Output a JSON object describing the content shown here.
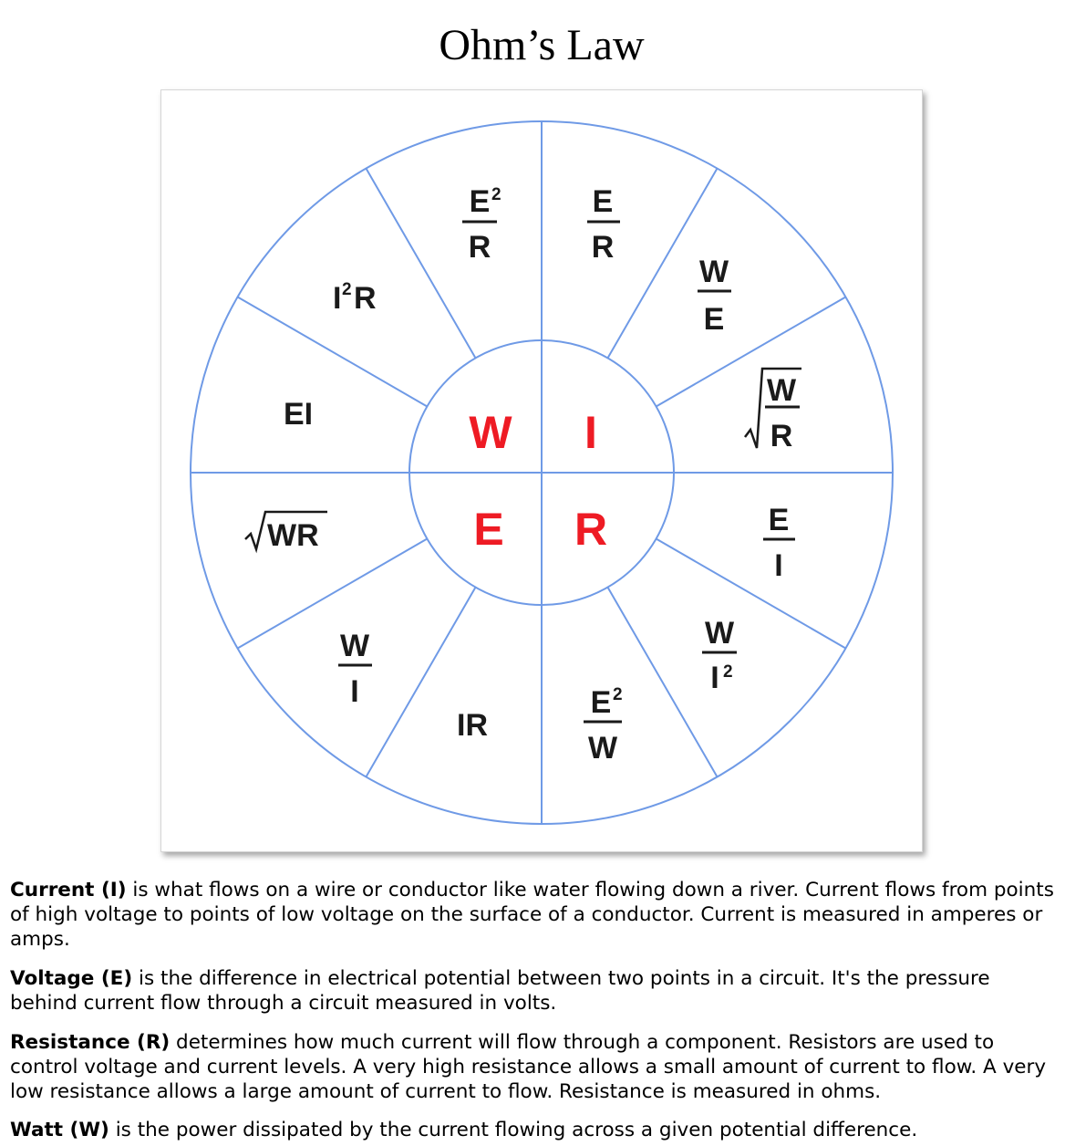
{
  "page": {
    "title": "Ohm’s Law"
  },
  "wheel": {
    "colors": {
      "line": "#6f9ae6",
      "center_letters": "#ee1b24",
      "formula_text": "#1a1a1a"
    },
    "center": {
      "W": "W",
      "I": "I",
      "E": "E",
      "R": "R"
    },
    "formulas": {
      "e2_over_r": {
        "num": "E",
        "sup": "2",
        "den": "R"
      },
      "e_over_r": {
        "num": "E",
        "den": "R"
      },
      "w_over_e": {
        "num": "W",
        "den": "E"
      },
      "sqrt_w_over_r": {
        "num": "W",
        "den": "R"
      },
      "e_over_i": {
        "num": "E",
        "den": "I"
      },
      "w_over_i2": {
        "num": "W",
        "den": "I",
        "den_sup": "2"
      },
      "e2_over_w": {
        "num": "E",
        "sup": "2",
        "den": "W"
      },
      "ir": "IR",
      "w_over_i": {
        "num": "W",
        "den": "I"
      },
      "sqrt_wr": "WR",
      "ei": "EI",
      "i2r": {
        "base": "I",
        "sup": "2",
        "tail": "R"
      }
    }
  },
  "definitions": [
    {
      "term": "Current (I)",
      "text": " is what flows on a wire or conductor like water flowing down a river. Current flows from points of high voltage to points of low voltage on the surface of a conductor. Current is measured in amperes or amps."
    },
    {
      "term": "Voltage (E)",
      "text": " is the difference in electrical potential between two points in a circuit. It's the pressure behind current flow through a circuit measured in volts."
    },
    {
      "term": "Resistance (R)",
      "text": " determines how much current will flow through a component. Resistors are used to control voltage and current levels. A very high resistance allows a small amount of current to flow. A very low resistance allows a large amount of current to flow. Resistance is measured in ohms."
    },
    {
      "term": "Watt (W)",
      "text": " is the power dissipated by the current flowing across a given potential difference."
    }
  ]
}
